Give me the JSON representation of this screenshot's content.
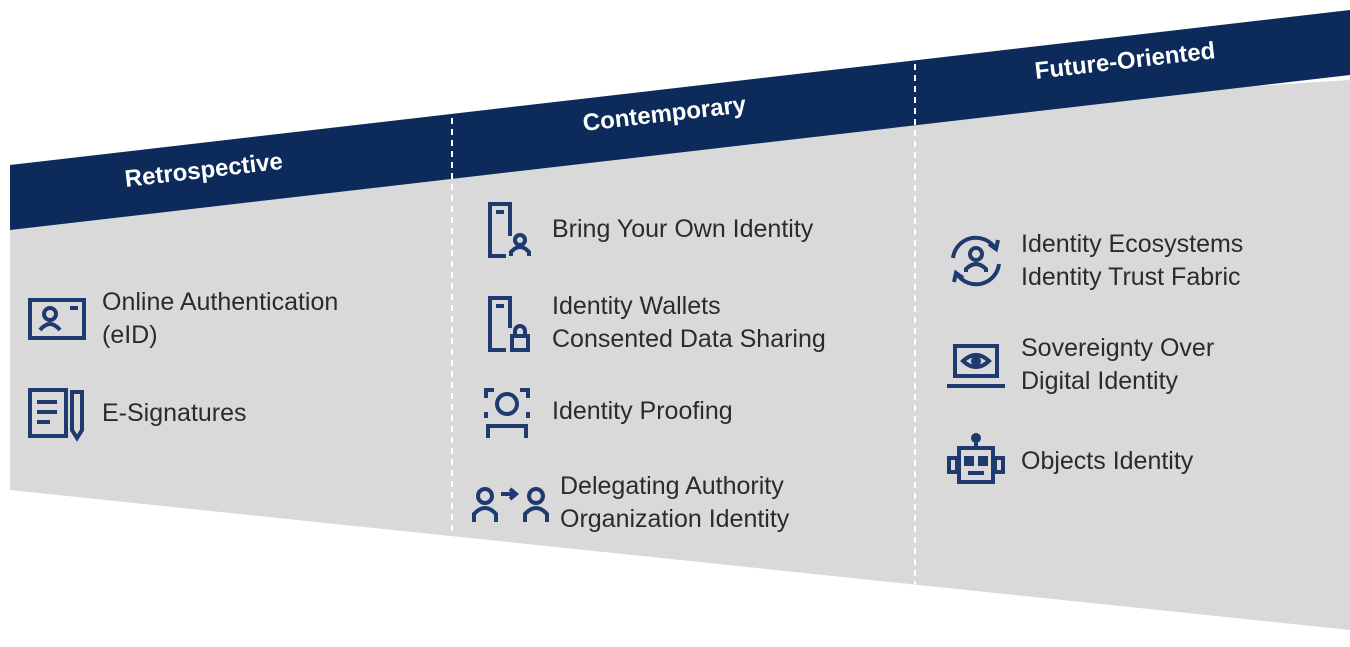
{
  "columns": [
    {
      "heading": "Retrospective",
      "items": [
        {
          "icon": "id-card-icon",
          "lines": [
            "Online Authentication",
            "(eID)"
          ]
        },
        {
          "icon": "document-pen-icon",
          "lines": [
            "E-Signatures"
          ]
        }
      ]
    },
    {
      "heading": "Contemporary",
      "items": [
        {
          "icon": "phone-person-icon",
          "lines": [
            "Bring Your Own Identity"
          ]
        },
        {
          "icon": "phone-lock-icon",
          "lines": [
            "Identity Wallets",
            "Consented Data Sharing"
          ]
        },
        {
          "icon": "face-scan-icon",
          "lines": [
            "Identity Proofing"
          ]
        },
        {
          "icon": "person-arrow-person-icon",
          "lines": [
            "Delegating Authority",
            "Organization Identity"
          ]
        }
      ]
    },
    {
      "heading": "Future-Oriented",
      "items": [
        {
          "icon": "cycle-person-icon",
          "lines": [
            "Identity Ecosystems",
            "Identity Trust Fabric"
          ]
        },
        {
          "icon": "laptop-eye-icon",
          "lines": [
            "Sovereignty Over",
            "Digital Identity"
          ]
        },
        {
          "icon": "robot-icon",
          "lines": [
            "Objects Identity"
          ]
        }
      ]
    }
  ],
  "colors": {
    "band": "#0d2b5a",
    "panel": "#d9d9d9",
    "icon": "#1e3a6e",
    "divider": "#ffffff"
  }
}
